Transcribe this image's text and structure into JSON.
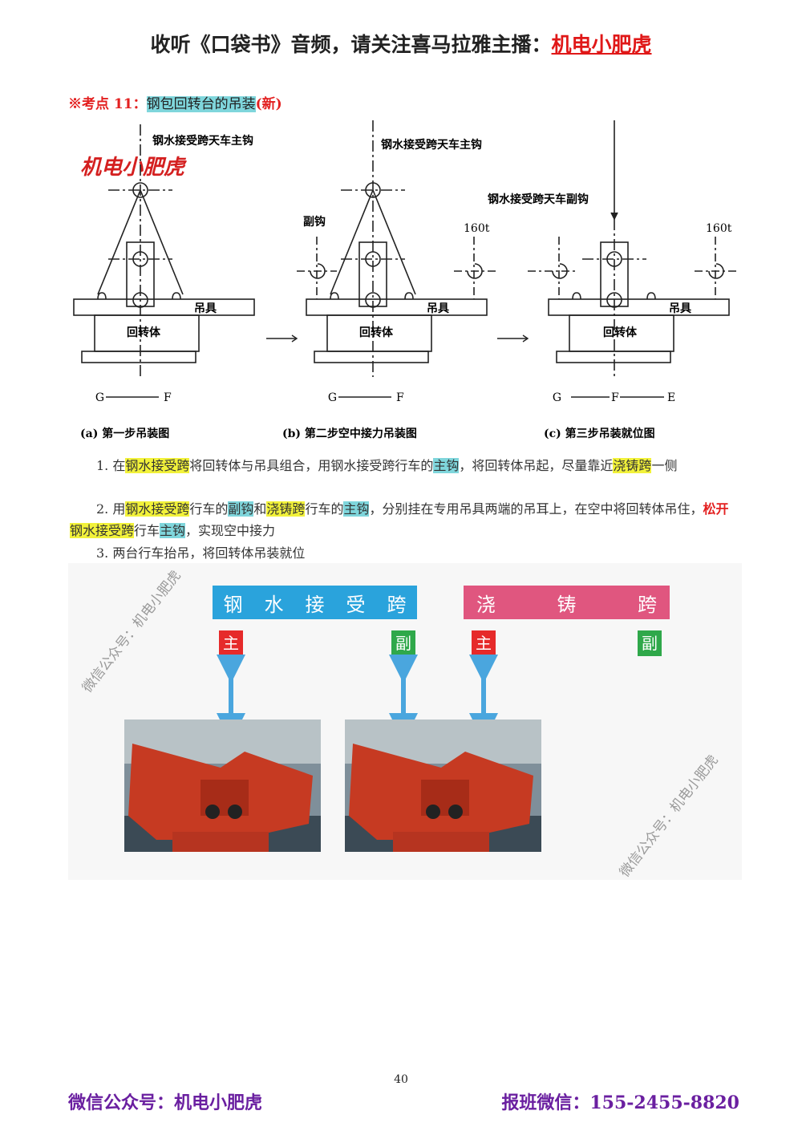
{
  "header": {
    "banner_prefix": "收听《口袋书》音频，请关注喜马拉雅主播：",
    "banner_name": "机电小肥虎"
  },
  "section": {
    "prefix": "※考点 11：",
    "title": "钢包回转台的吊装",
    "suffix": "(新)"
  },
  "diagram": {
    "watermark": "机电小肥虎",
    "panels": [
      {
        "top_label": "钢水接受跨天车主钩",
        "hoist_label": "吊具",
        "body_label": "回转体",
        "axis_left": "G",
        "axis_mid": "F",
        "caption": "(a) 第一步吊装图"
      },
      {
        "top_label": "钢水接受跨天车主钩",
        "side_label": "副钩",
        "load_label": "160t",
        "hoist_label": "吊具",
        "body_label": "回转体",
        "axis_left": "G",
        "axis_mid": "F",
        "caption": "(b) 第二步空中接力吊装图"
      },
      {
        "top_label": "钢水接受跨天车副钩",
        "load_label": "160t",
        "hoist_label": "吊具",
        "body_label": "回转体",
        "axis_left": "G",
        "axis_mid": "F",
        "axis_right": "E",
        "caption": "(c) 第三步吊装就位图"
      }
    ]
  },
  "steps": {
    "s1": {
      "n": "1. 在",
      "a": "钢水接受跨",
      "b": "将回转体与吊具组合，用钢水接受跨行车的",
      "c": "主钩",
      "d": "，将回转体吊起，尽量靠近",
      "e": "浇铸跨",
      "f": "一侧"
    },
    "s2": {
      "n": "2. 用",
      "a": "钢水接受跨",
      "b": "行车的",
      "c": "副钩",
      "d": "和",
      "e": "浇铸跨",
      "f": "行车的",
      "g": "主钩",
      "h": "，分别挂在专用吊具两端的吊耳上，在空中将回转体吊住，",
      "i": "松开",
      "j": "钢水接受跨",
      "k": "行车",
      "l": "主钩",
      "m": "，实现空中接力"
    },
    "s3": "3. 两台行车抬吊，将回转体吊装就位"
  },
  "infographic": {
    "bar_left": [
      "钢",
      "水",
      "接",
      "受",
      "跨"
    ],
    "bar_right": [
      "浇",
      "铸",
      "跨"
    ],
    "tag_main": "主",
    "tag_sub": "副",
    "watermark": "微信公众号：机电小肥虎",
    "colors": {
      "left_bar": "#2aa3dc",
      "right_bar": "#e0567f",
      "main_tag": "#e62a2a",
      "sub_tag": "#2fa84a",
      "arrow": "#4aa6de"
    }
  },
  "page_number": "40",
  "footer": {
    "left": "微信公众号：机电小肥虎",
    "right": "报班微信：155-2455-8820"
  }
}
